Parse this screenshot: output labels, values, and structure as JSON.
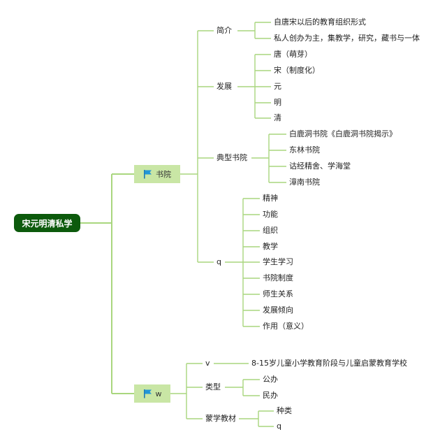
{
  "root": {
    "label": "宋元明清私学"
  },
  "branch1": {
    "label": "书院",
    "icon": "flag-icon",
    "intro": {
      "label": "简介",
      "items": [
        "自唐宋以后的教育组织形式",
        "私人创办为主，集教学，研究，藏书与一体"
      ]
    },
    "development": {
      "label": "发展",
      "items": [
        "唐（萌芽）",
        "宋（制度化）",
        "元",
        "明",
        "清"
      ]
    },
    "typical": {
      "label": "典型书院",
      "items": [
        "白鹿洞书院《白鹿洞书院揭示》",
        "东林书院",
        "诂经精舍、学海堂",
        "漳南书院"
      ]
    },
    "q": {
      "label": "q",
      "items": [
        "精神",
        "功能",
        "组织",
        "教学",
        "学生学习",
        "书院制度",
        "师生关系",
        "发展倾向",
        "作用（意义）"
      ]
    }
  },
  "branch2": {
    "label": "w",
    "icon": "flag-icon",
    "v": {
      "label": "v",
      "items": [
        "8-15岁儿童小学教育阶段与儿童启蒙教育学校"
      ]
    },
    "types": {
      "label": "类型",
      "items": [
        "公办",
        "民办"
      ]
    },
    "textbooks": {
      "label": "蒙学教材",
      "items": [
        "种类",
        "q"
      ]
    }
  },
  "colors": {
    "root": "#0c5a0c",
    "branch": "#c9e6a5",
    "line": "#a9d67e"
  }
}
